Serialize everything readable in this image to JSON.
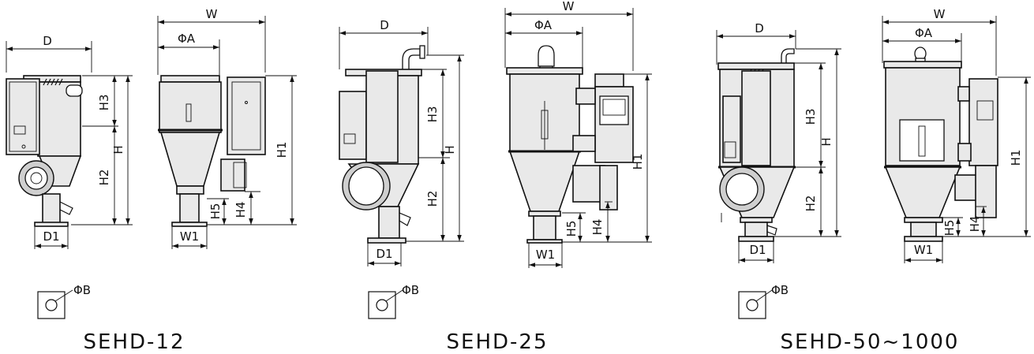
{
  "models": [
    {
      "title": "SEHD-12",
      "labels": {
        "w": "W",
        "phi_a": "ΦA",
        "d": "D",
        "h": "H",
        "h1": "H1",
        "h2": "H2",
        "h3": "H3",
        "h4": "H4",
        "h5": "H5",
        "d1": "D1",
        "w1": "W1",
        "phi_b": "ΦB"
      }
    },
    {
      "title": "SEHD-25",
      "labels": {
        "w": "W",
        "phi_a": "ΦA",
        "d": "D",
        "h": "H",
        "h1": "H1",
        "h2": "H2",
        "h3": "H3",
        "h4": "H4",
        "h5": "H5",
        "d1": "D1",
        "w1": "W1",
        "phi_b": "ΦB"
      }
    },
    {
      "title": "SEHD-50~1000",
      "labels": {
        "w": "W",
        "phi_a": "ΦA",
        "d": "D",
        "h": "H",
        "h1": "H1",
        "h2": "H2",
        "h3": "H3",
        "h4": "H4",
        "h5": "H5",
        "d1": "D1",
        "w1": "W1",
        "phi_b": "ΦB"
      }
    }
  ]
}
